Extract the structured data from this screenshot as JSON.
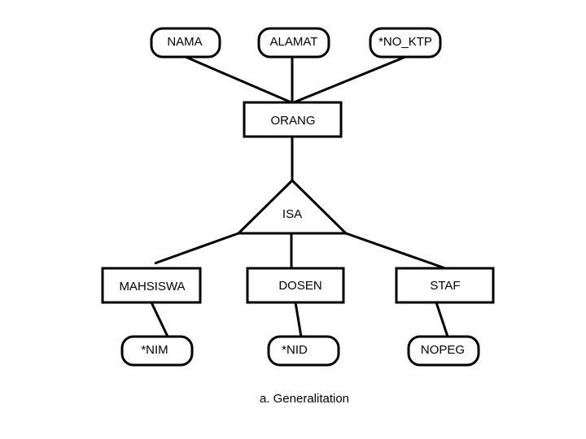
{
  "attributes": {
    "nama": "NAMA",
    "alamat": "ALAMAT",
    "no_ktp": "*NO_KTP",
    "nim": "*NIM",
    "nid": "*NID",
    "nopeg": "NOPEG"
  },
  "entities": {
    "orang": "ORANG",
    "mahasiswa": "MAHSISWA",
    "dosen": "DOSEN",
    "staf": "STAF"
  },
  "isa": {
    "label": "ISA"
  },
  "caption": "a. Generalitation",
  "colors": {
    "stroke": "#000000",
    "fill": "#ffffff"
  }
}
